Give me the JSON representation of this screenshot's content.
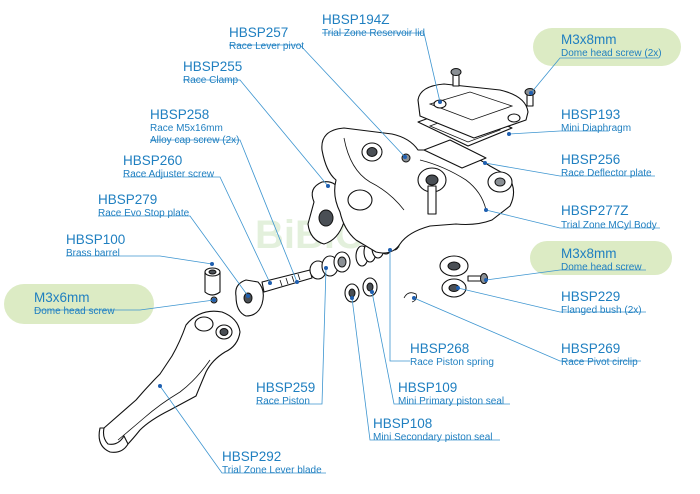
{
  "watermark": "BiBiCE!",
  "parts": [
    {
      "code": "HBSP194Z",
      "desc": "Trial Zone Reservoir lid"
    },
    {
      "code": "HBSP257",
      "desc": "Race Lever pivot"
    },
    {
      "code": "M3x8mm",
      "desc": "Dome head screw (2x)"
    },
    {
      "code": "HBSP255",
      "desc": "Race Clamp"
    },
    {
      "code": "HBSP258",
      "desc": "Race M5x16mm",
      "desc2": "Alloy cap screw (2x)"
    },
    {
      "code": "HBSP193",
      "desc": "Mini Diaphragm"
    },
    {
      "code": "HBSP260",
      "desc": "Race Adjuster screw"
    },
    {
      "code": "HBSP256",
      "desc": "Race Deflector plate"
    },
    {
      "code": "HBSP279",
      "desc": "Race Evo Stop plate"
    },
    {
      "code": "HBSP277Z",
      "desc": "Trial Zone MCyl Body"
    },
    {
      "code": "HBSP100",
      "desc": "Brass barrel"
    },
    {
      "code": "M3x8mm",
      "desc": "Dome head screw"
    },
    {
      "code": "M3x6mm",
      "desc": "Dome head screw"
    },
    {
      "code": "HBSP229",
      "desc": "Flanged bush (2x)"
    },
    {
      "code": "HBSP268",
      "desc": "Race Piston spring"
    },
    {
      "code": "HBSP269",
      "desc": "Race Pivot circlip"
    },
    {
      "code": "HBSP259",
      "desc": "Race Piston"
    },
    {
      "code": "HBSP109",
      "desc": "Mini Primary piston seal"
    },
    {
      "code": "HBSP108",
      "desc": "Mini Secondary piston seal"
    },
    {
      "code": "HBSP292",
      "desc": "Trial Zone Lever blade"
    }
  ],
  "colors": {
    "label": "#1f7fc0",
    "leader": "#3d95d0",
    "highlight": "#dcebc4"
  }
}
